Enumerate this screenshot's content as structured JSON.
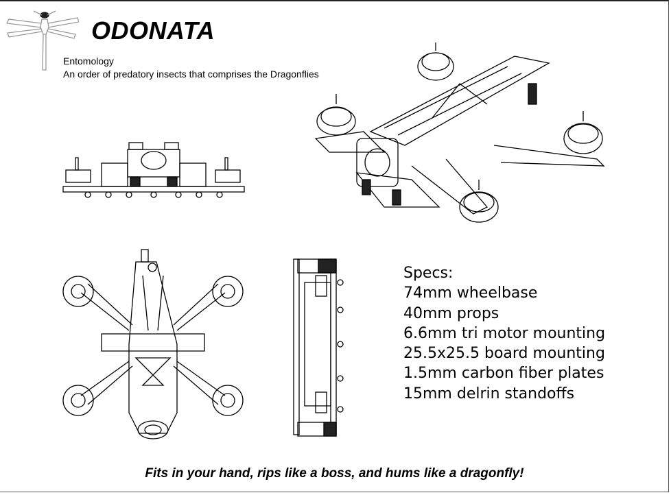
{
  "header": {
    "title": "ODONATA",
    "category": "Entomology",
    "description": "An order of predatory insects that comprises the Dragonflies"
  },
  "specs": {
    "heading": "Specs:",
    "items": [
      "74mm wheelbase",
      "40mm props",
      "6.6mm tri motor mounting",
      "25.5x25.5 board mounting",
      "1.5mm carbon fiber plates",
      "15mm delrin standoffs"
    ]
  },
  "tagline": "Fits in your hand, rips like a boss, and hums like a dragonfly!"
}
